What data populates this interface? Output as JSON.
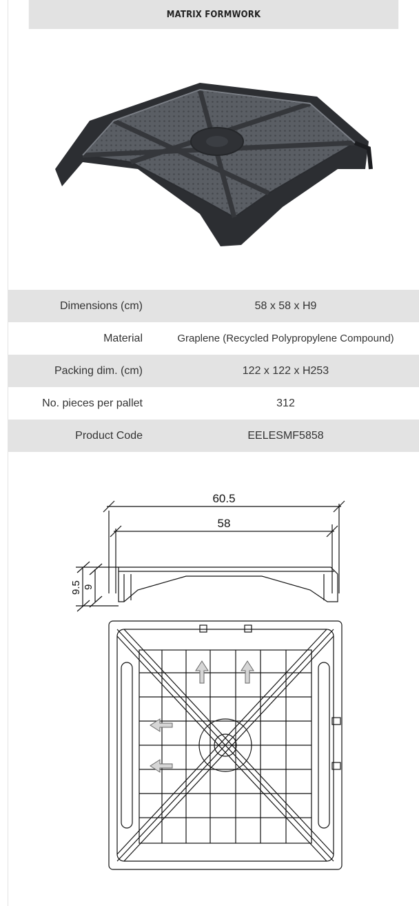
{
  "title": "MATRIX FORMWORK",
  "specs": [
    {
      "label": "Dimensions (cm)",
      "value": "58 x 58 x H9"
    },
    {
      "label": "Material",
      "value": "Graplene (Recycled Polypropylene Compound)"
    },
    {
      "label": "Packing dim. (cm)",
      "value": "122 x 122 x H253"
    },
    {
      "label": "No. pieces per pallet",
      "value": "312"
    },
    {
      "label": "Product Code",
      "value": "EELESMF5858"
    }
  ],
  "drawing": {
    "dim_outer_width": "60.5",
    "dim_inner_width": "58",
    "dim_outer_height": "9.5",
    "dim_inner_height": "9"
  },
  "colors": {
    "header_bg": "#e2e2e2",
    "row_shade": "#e3e3e3",
    "product": "#3a3d42"
  }
}
